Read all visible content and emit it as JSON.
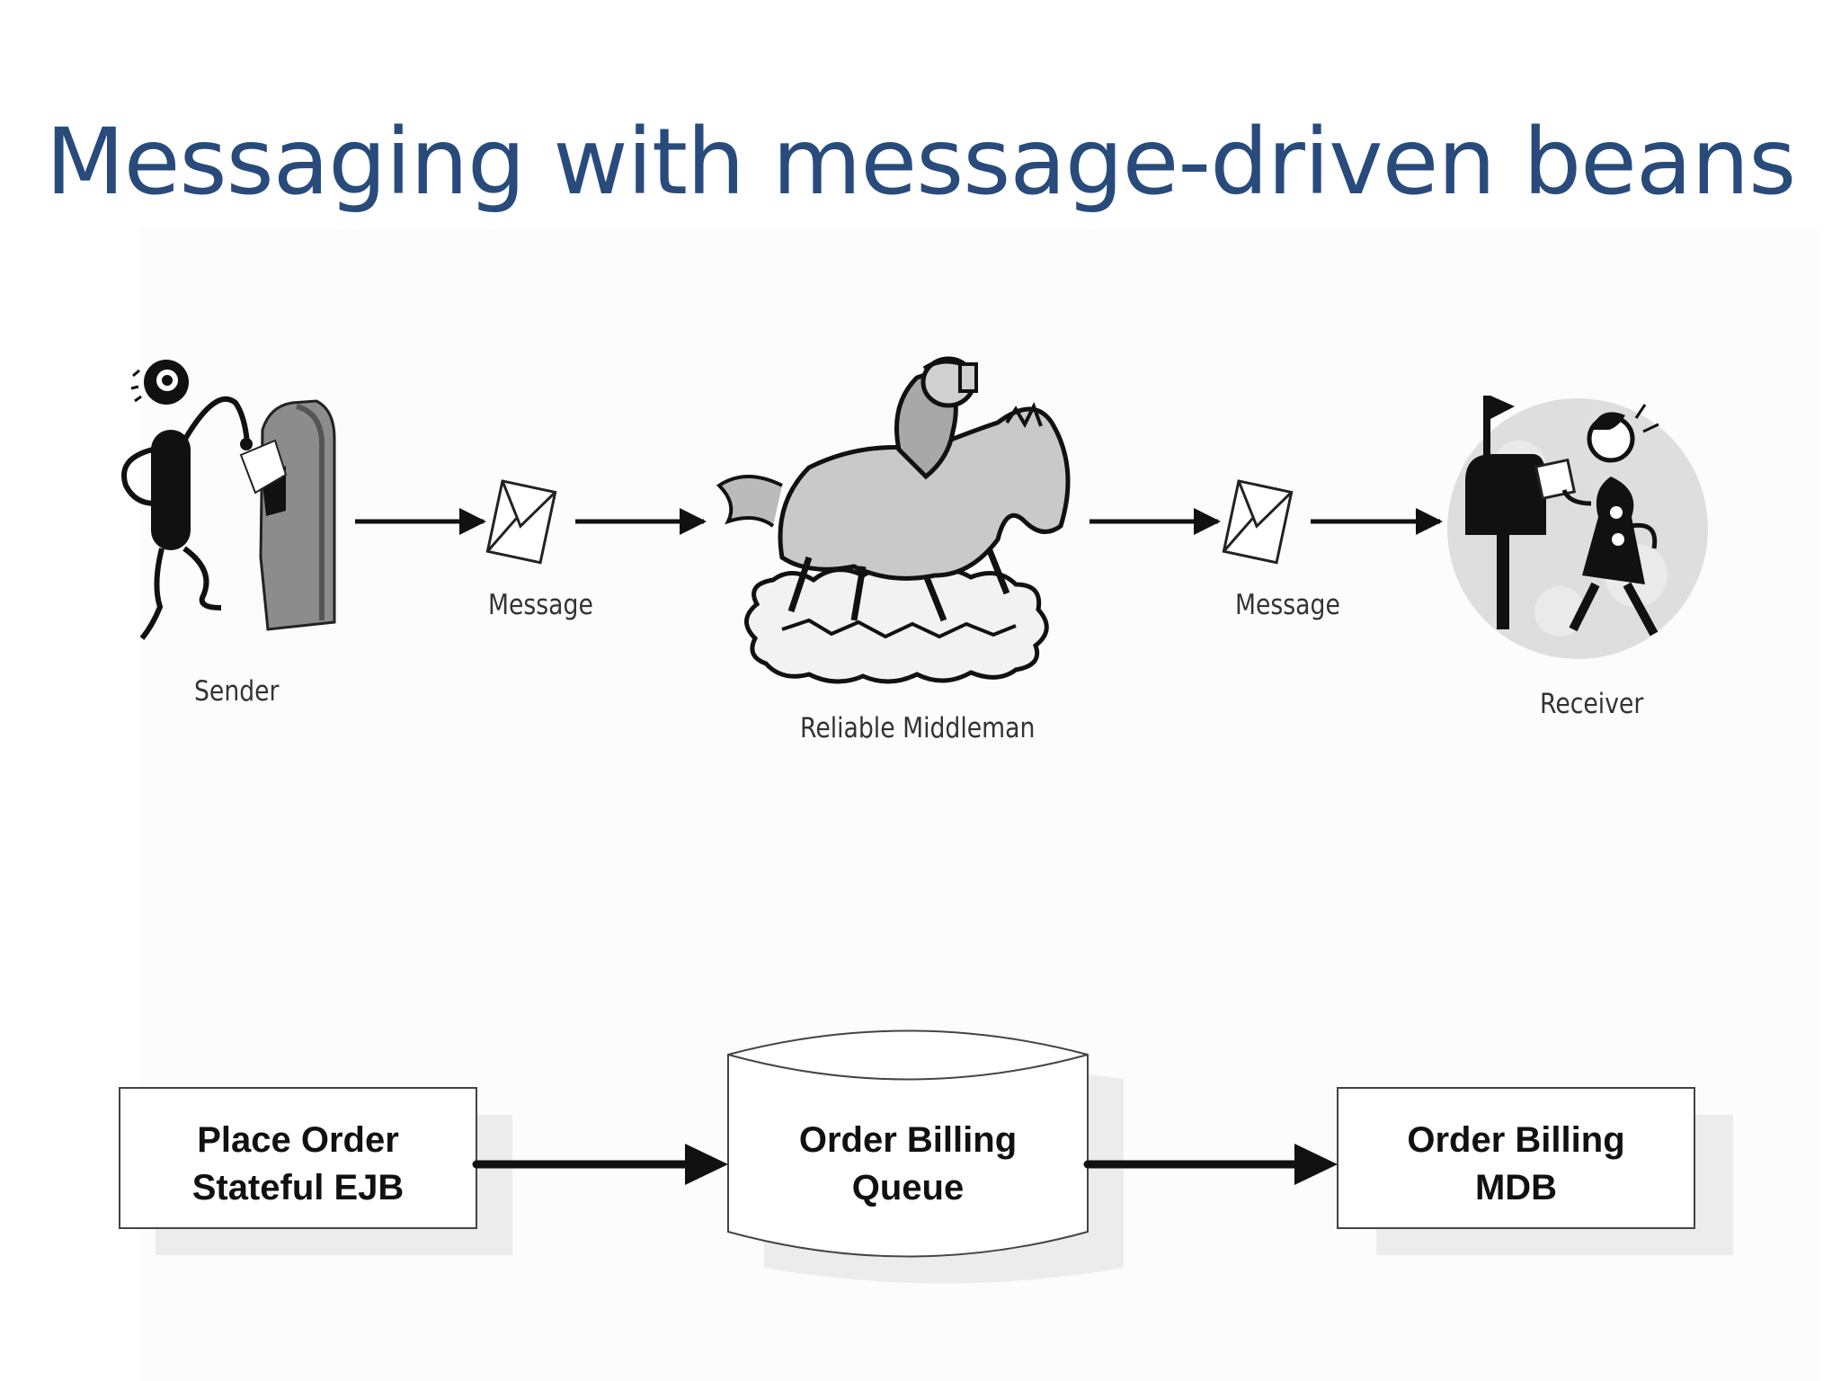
{
  "title": "Messaging with message-driven beans",
  "top_row": {
    "sender_label": "Sender",
    "message_label_1": "Message",
    "middleman_label": "Reliable Middleman",
    "message_label_2": "Message",
    "receiver_label": "Receiver"
  },
  "bottom_row": {
    "box_1": {
      "line_1": "Place Order",
      "line_2": "Stateful EJB"
    },
    "queue": {
      "line_1": "Order Billing",
      "line_2": "Queue"
    },
    "box_2": {
      "line_1": "Order Billing",
      "line_2": "MDB"
    }
  },
  "colors": {
    "title": "#284b7c",
    "shadow": "#ececed",
    "stroke": "#111111"
  }
}
